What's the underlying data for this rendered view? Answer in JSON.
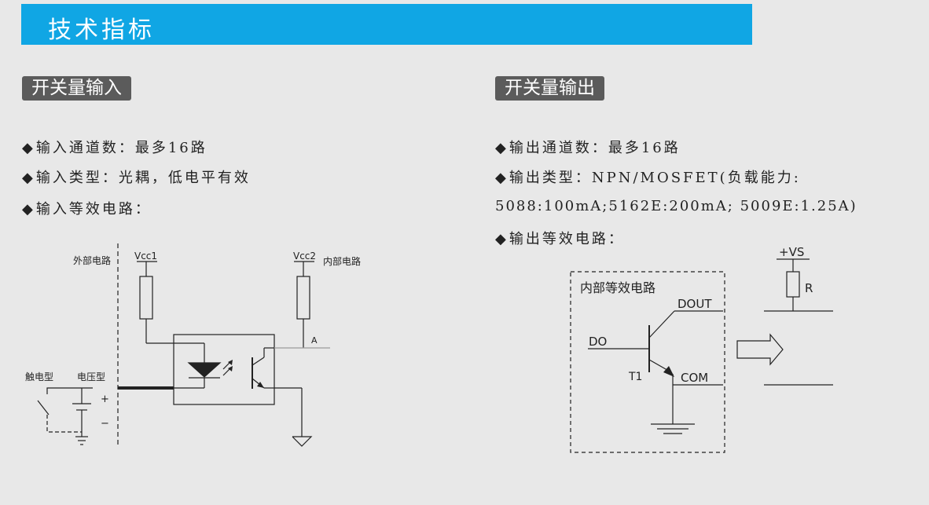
{
  "header": {
    "title": "技术指标"
  },
  "input_section": {
    "label": "开关量输入",
    "items": [
      "输入通道数：最多16路",
      "输入类型：光耦，低电平有效",
      "输入等效电路："
    ],
    "circuit": {
      "external_label": "外部电路",
      "internal_label": "内部电路",
      "vcc1": "Vcc1",
      "vcc2": "Vcc2",
      "node_a": "A",
      "contact_type": "触电型",
      "voltage_type": "电压型",
      "plus": "+",
      "minus": "−"
    }
  },
  "output_section": {
    "label": "开关量输出",
    "items": [
      "输出通道数：最多16路",
      "输出类型：NPN/MOSFET(负载能力:",
      "5088:100mA;5162E:200mA; 5009E:1.25A)",
      "输出等效电路："
    ],
    "circuit": {
      "box_label": "内部等效电路",
      "dout": "DOUT",
      "do": "DO",
      "t1": "T1",
      "com": "COM",
      "vs": "+VS",
      "r": "R"
    }
  },
  "colors": {
    "title_bar": "#10a6e4",
    "section_label_bg": "#5b5b5b",
    "background": "#e8e8e8"
  }
}
